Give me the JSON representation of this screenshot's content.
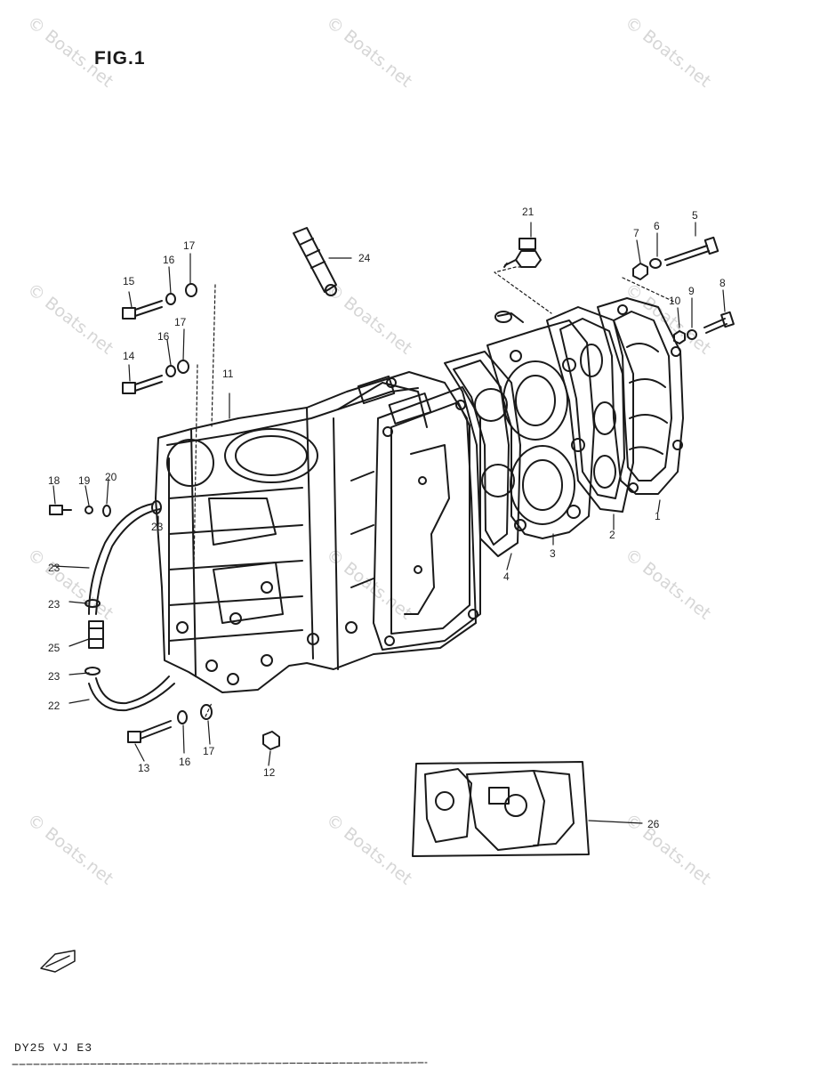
{
  "figure": {
    "title": "FIG.1",
    "model_code": "DY25 VJ E3"
  },
  "watermark": {
    "text": "© Boats.net"
  },
  "callouts": [
    "1",
    "2",
    "3",
    "4",
    "5",
    "6",
    "7",
    "8",
    "9",
    "10",
    "11",
    "12",
    "13",
    "14",
    "15",
    "16",
    "17",
    "18",
    "19",
    "20",
    "21",
    "22",
    "23",
    "24",
    "25",
    "26"
  ],
  "colors": {
    "ink": "#1a1a1a",
    "watermark": "#d6d6d6",
    "background": "#ffffff"
  }
}
